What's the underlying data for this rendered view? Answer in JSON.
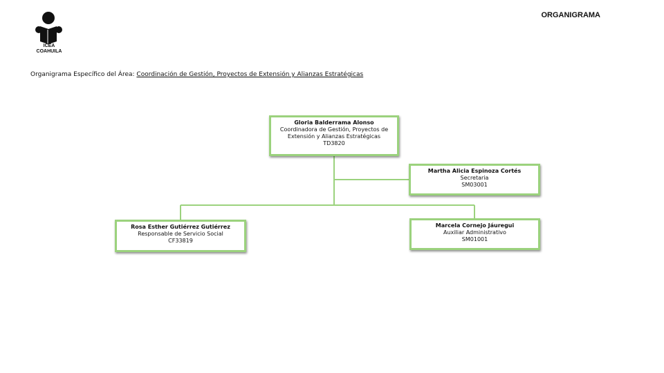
{
  "header": {
    "logo_line1": "ICEA",
    "logo_line2": "COAHUILA",
    "title": "ORGANIGRAMA",
    "subtitle_prefix": "Organigrama Específico del Área: ",
    "subtitle_area": "Coordinación de Gestión, Proyectos de Extensión y Alianzas Estratégicas"
  },
  "org": {
    "root": {
      "name": "Gloria Balderrama Alonso",
      "role_line1": "Coordinadora de Gestión, Proyectos de",
      "role_line2": "Extensión y Alianzas Estratégicas",
      "code": "TD3820"
    },
    "assistant": {
      "name": "Martha Alicia Espinoza Cortés",
      "role": "Secretaria",
      "code": "SM03001"
    },
    "left_child": {
      "name": "Rosa Esther Gutiérrez Gutiérrez",
      "role": "Responsable de Servicio Social",
      "code": "CF33819"
    },
    "right_child": {
      "name": "Marcela Cornejo Jáuregui",
      "role": "Auxiliar Administrativo",
      "code": "SM01001"
    }
  },
  "colors": {
    "box_border": "#9bd27d",
    "connector": "#9bd27d"
  }
}
